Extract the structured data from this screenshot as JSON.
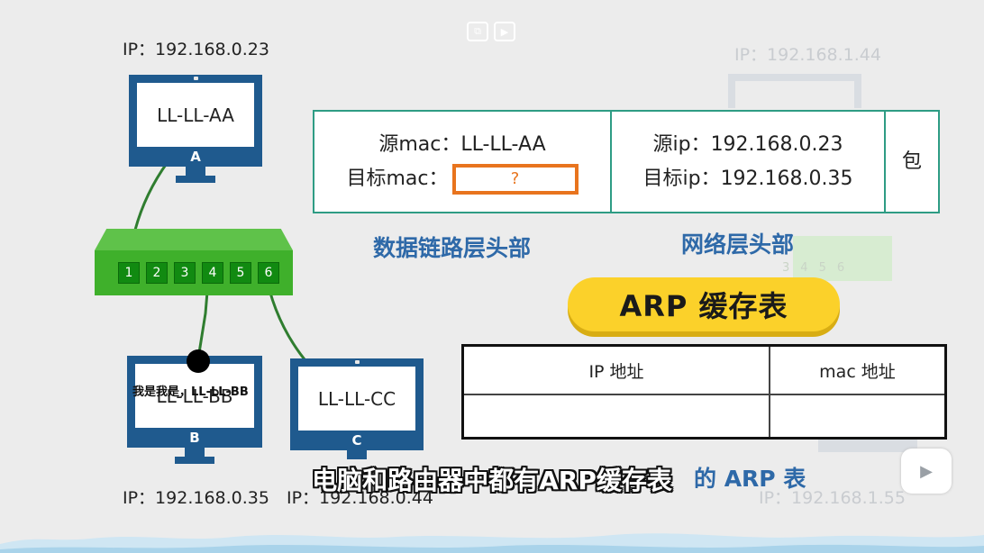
{
  "hosts": {
    "a": {
      "ip": "IP：192.168.0.23",
      "mac": "LL-LL-AA",
      "letter": "A"
    },
    "b": {
      "ip": "IP：192.168.0.35",
      "mac": "LL-LL-BB",
      "letter": "B",
      "speech": "我是我是，LL-LL-BB"
    },
    "c": {
      "ip": "IP：192.168.0.44",
      "mac": "LL-LL-CC",
      "letter": "C"
    }
  },
  "background_faded": {
    "ip_top": "IP：192.168.1.44",
    "ip_bottom": "IP：192.168.1.55",
    "ports": [
      "3",
      "4",
      "5",
      "6"
    ]
  },
  "switch": {
    "ports": [
      "1",
      "2",
      "3",
      "4",
      "5",
      "6"
    ]
  },
  "packet": {
    "src_mac_label": "源mac：",
    "src_mac_value": "LL-LL-AA",
    "dst_mac_label": "目标mac：",
    "dst_mac_value": "?",
    "src_ip_label": "源ip：",
    "src_ip_value": "192.168.0.23",
    "dst_ip_label": "目标ip：",
    "dst_ip_value": "192.168.0.35",
    "payload": "包"
  },
  "captions": {
    "datalink": "数据链路层头部",
    "network": "网络层头部",
    "partial_arp": "的 ARP 表"
  },
  "arp": {
    "title": "ARP 缓存表",
    "columns": [
      "IP 地址",
      "mac 地址"
    ]
  },
  "subtitle": "电脑和路由器中都有ARP缓存表",
  "player": {
    "icons": [
      "pip-icon",
      "video-magic-icon",
      "bilibili-tv-icon"
    ]
  },
  "colors": {
    "monitor": "#1f5a8e",
    "switch": "#3fb02b",
    "table_border": "#2e9c84",
    "highlight": "#e8741e",
    "pill": "#fbd12a",
    "caption": "#2e69a8"
  }
}
